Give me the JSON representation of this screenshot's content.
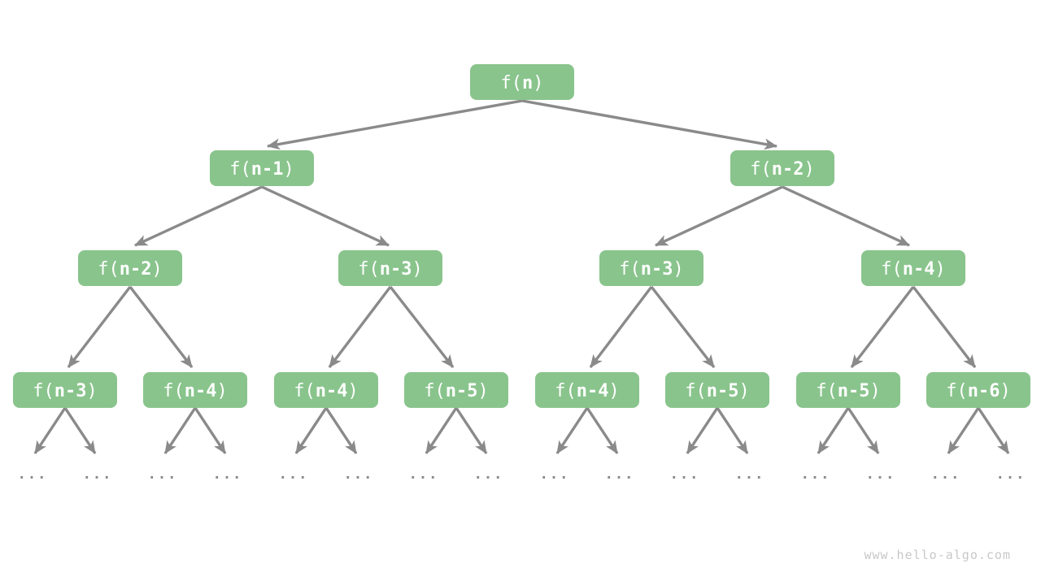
{
  "diagram": {
    "description": "recursion-tree",
    "ellipsis": "...",
    "watermark": "www.hello-algo.com",
    "colors": {
      "node_fill": "#89C48C",
      "node_text": "#FFFFFF",
      "arrow": "#8A8A8A",
      "watermark": "#C8C8C8",
      "background": "#FFFFFF"
    },
    "nodes": [
      {
        "pre": "f(",
        "arg": "n",
        "post": ")"
      },
      {
        "pre": "f(",
        "arg": "n-1",
        "post": ")"
      },
      {
        "pre": "f(",
        "arg": "n-2",
        "post": ")"
      },
      {
        "pre": "f(",
        "arg": "n-2",
        "post": ")"
      },
      {
        "pre": "f(",
        "arg": "n-3",
        "post": ")"
      },
      {
        "pre": "f(",
        "arg": "n-3",
        "post": ")"
      },
      {
        "pre": "f(",
        "arg": "n-4",
        "post": ")"
      },
      {
        "pre": "f(",
        "arg": "n-3",
        "post": ")"
      },
      {
        "pre": "f(",
        "arg": "n-4",
        "post": ")"
      },
      {
        "pre": "f(",
        "arg": "n-4",
        "post": ")"
      },
      {
        "pre": "f(",
        "arg": "n-5",
        "post": ")"
      },
      {
        "pre": "f(",
        "arg": "n-4",
        "post": ")"
      },
      {
        "pre": "f(",
        "arg": "n-5",
        "post": ")"
      },
      {
        "pre": "f(",
        "arg": "n-5",
        "post": ")"
      },
      {
        "pre": "f(",
        "arg": "n-6",
        "post": ")"
      }
    ]
  }
}
